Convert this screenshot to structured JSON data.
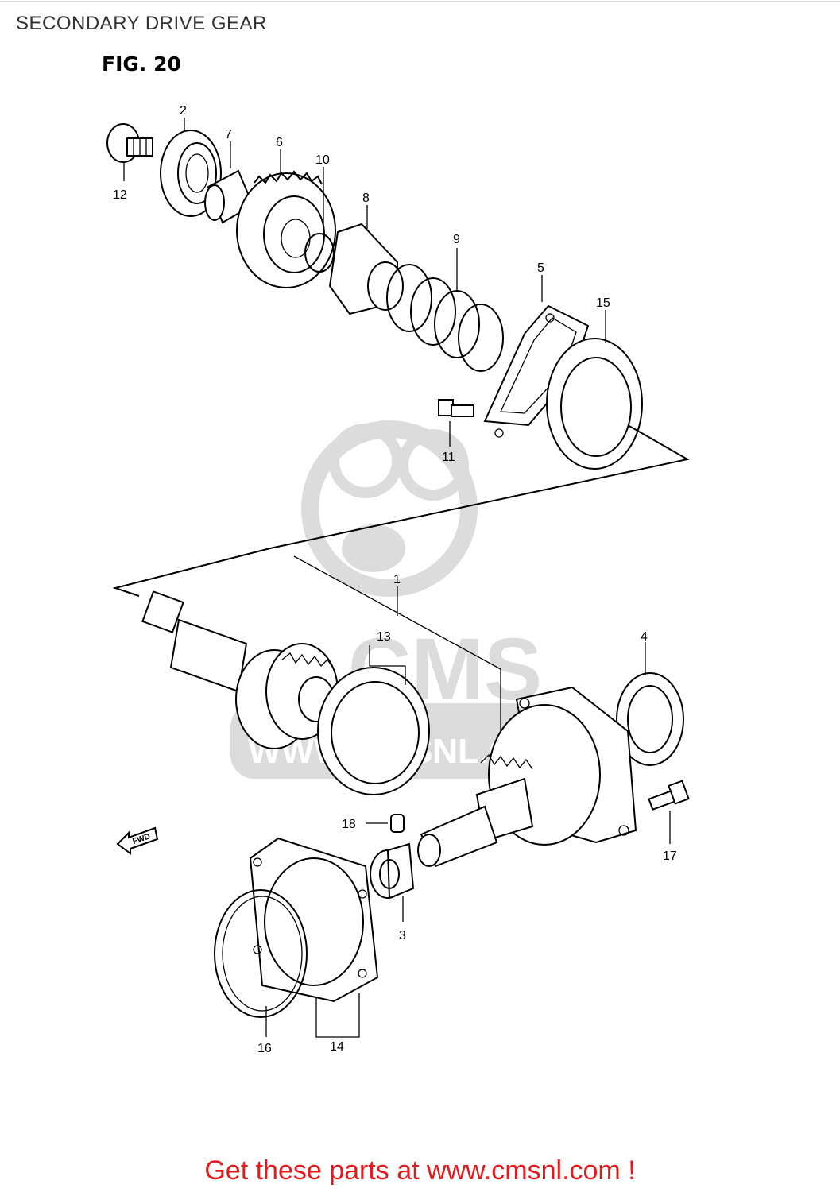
{
  "header": {
    "title": "SECONDARY DRIVE GEAR",
    "figure_label": "FIG. 20"
  },
  "diagram": {
    "part_numbers": [
      "1",
      "2",
      "3",
      "4",
      "5",
      "6",
      "7",
      "8",
      "9",
      "10",
      "11",
      "12",
      "13",
      "14",
      "15",
      "16",
      "17",
      "18"
    ],
    "fwd_label": "FWD",
    "watermark": {
      "logo_text": "CMS",
      "url_text": "WWW.CMSNL.COM"
    }
  },
  "footer": {
    "link_text": "Get these parts at www.cmsnl.com !"
  }
}
